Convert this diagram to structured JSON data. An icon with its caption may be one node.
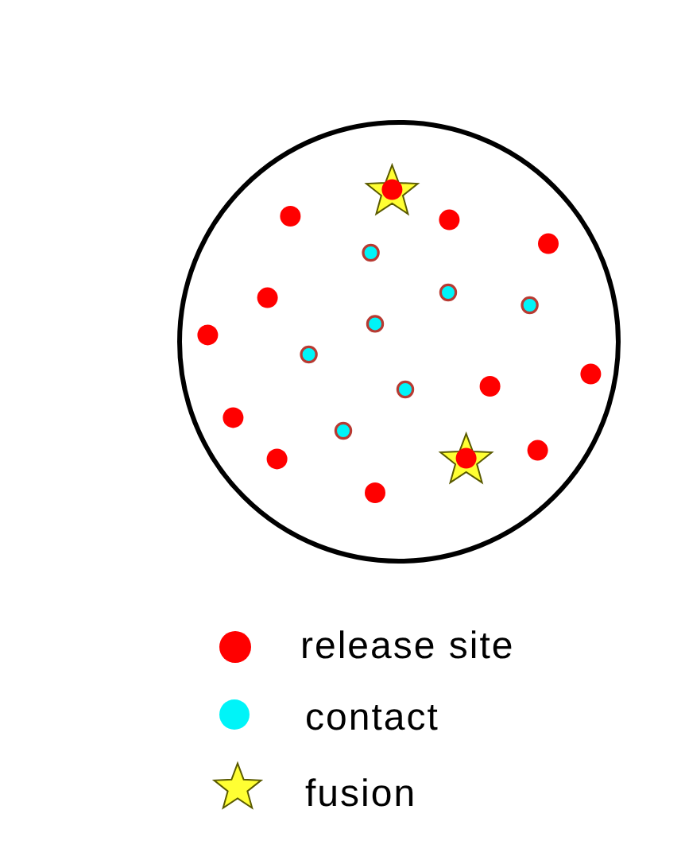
{
  "diagram": {
    "legend": [
      {
        "text": "release site",
        "color": "#ff0000"
      },
      {
        "text": "contact",
        "color": "#00f4f8"
      },
      {
        "text": "fusion"
      }
    ]
  }
}
